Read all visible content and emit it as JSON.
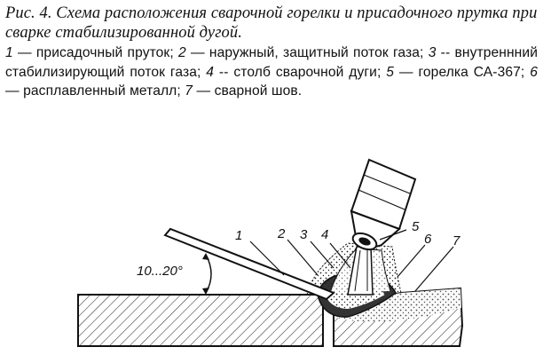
{
  "caption": {
    "title": "Рис. 4. Схема расположения сварочной горелки и присадочного прутка при сварке стабилизированной дугой.",
    "legend": [
      {
        "num": "1",
        "sep": " — ",
        "text": "присадочный пруток; "
      },
      {
        "num": "2",
        "sep": " — ",
        "text": "наружный, защитный поток газа; "
      },
      {
        "num": "3",
        "sep": " -- ",
        "text": "внутреннний стабилизирующий поток газа; "
      },
      {
        "num": "4",
        "sep": " -- ",
        "text": "столб сварочной дуги; "
      },
      {
        "num": "5",
        "sep": " — ",
        "text": "горелка СА-367; "
      },
      {
        "num": "6",
        "sep": " — ",
        "text": "расплавленный металл; "
      },
      {
        "num": "7",
        "sep": " — ",
        "text": "сварной шов."
      }
    ]
  },
  "figure": {
    "angle_label": "10...20°",
    "labels": [
      "1",
      "2",
      "3",
      "4",
      "5",
      "6",
      "7"
    ]
  }
}
